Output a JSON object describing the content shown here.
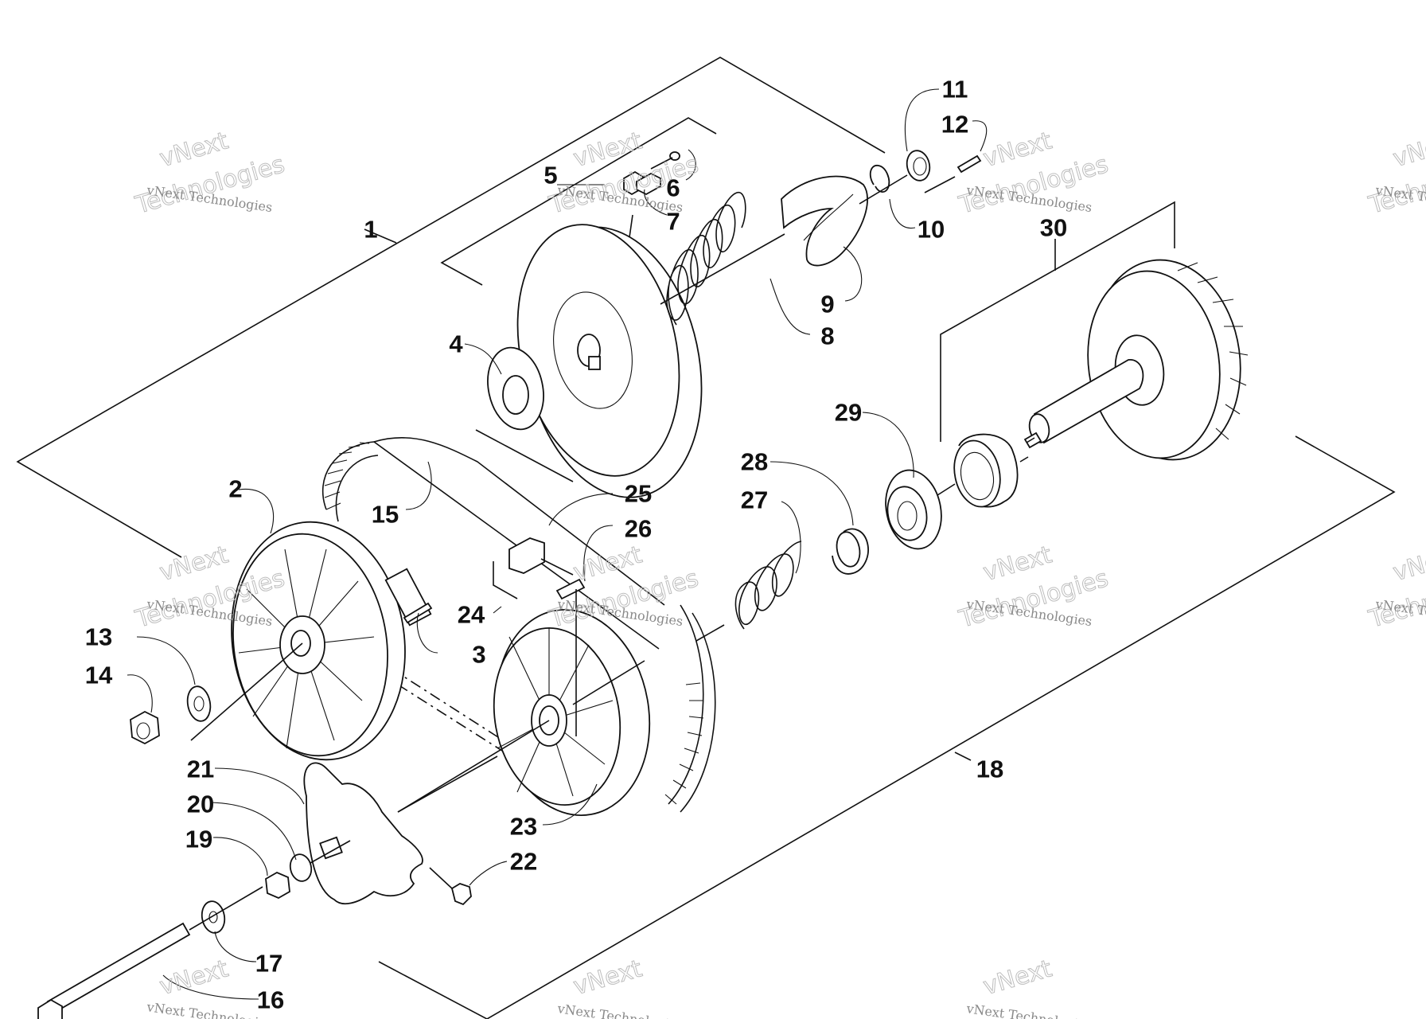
{
  "diagram": {
    "callouts": [
      "1",
      "2",
      "3",
      "4",
      "5",
      "6",
      "7",
      "8",
      "9",
      "10",
      "11",
      "12",
      "13",
      "14",
      "15",
      "16",
      "17",
      "18",
      "19",
      "20",
      "21",
      "22",
      "23",
      "24",
      "25",
      "26",
      "27",
      "28",
      "29",
      "30"
    ],
    "watermark": {
      "brand": "vNext",
      "word": "Technologies",
      "line": "vNext Technologies"
    }
  }
}
